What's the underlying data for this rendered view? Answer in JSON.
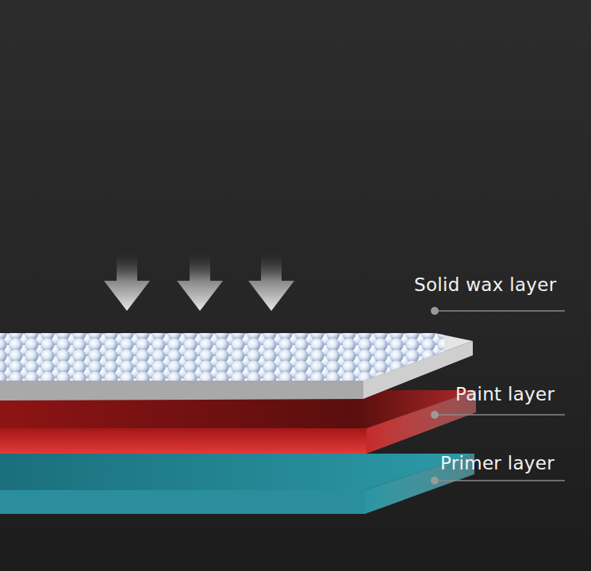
{
  "diagram": {
    "labels": [
      "Solid wax layer",
      "Paint layer",
      "Primer layer"
    ]
  }
}
